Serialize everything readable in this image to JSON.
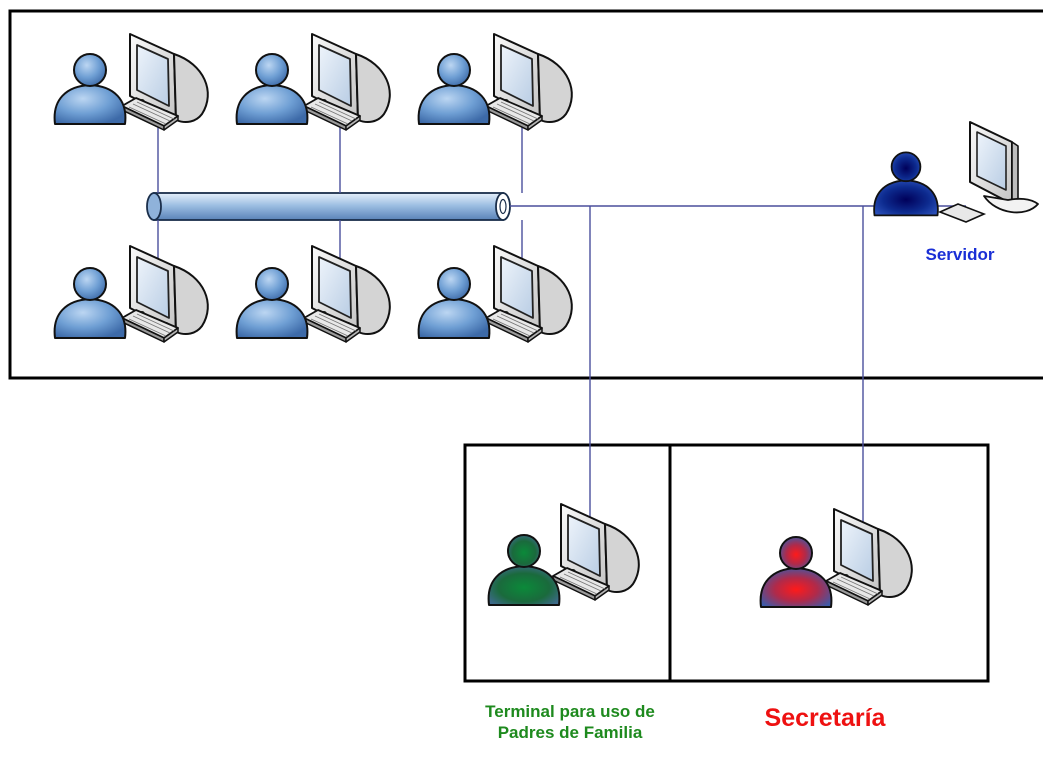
{
  "labels": {
    "server": "Servidor",
    "terminal": "Terminal para uso de Padres de Familia",
    "secretaria": "Secretaría"
  },
  "colors": {
    "user_light_blue": "#6f9fd4",
    "user_dark_blue": "#0d2b8f",
    "user_green": "#1a7a3c",
    "user_red": "#e02020",
    "cable": "#4a4f9c",
    "server_label": "#1a2fd6",
    "terminal_label": "#1e8a1e",
    "secretaria_label": "#ee1111"
  },
  "icons": {
    "workstation": "user-computer-icon",
    "server": "server-workstation-icon",
    "bus": "network-bus-icon"
  }
}
